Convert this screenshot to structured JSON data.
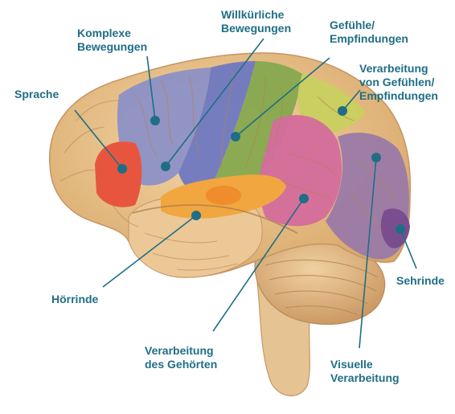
{
  "colors": {
    "label_text": "#1f6e86",
    "leader_line": "#1f6e86",
    "cortex_base": "#e9c590",
    "region_sprache": "#e8553f",
    "region_komplexe_bewegungen": "#8a8fc8",
    "region_willkuerliche_bewegungen": "#6f78c0",
    "region_gefuehle": "#86a84e",
    "region_verarbeitung_gefuehle": "#c9cf5e",
    "region_hoerrinde": "#f2a640",
    "region_verarbeitung_gehoerten": "#d46b9c",
    "region_visuelle_verarbeitung": "#9a7aa8",
    "region_sehrinde": "#7a4e8e"
  },
  "labels": {
    "sprache": "Sprache",
    "komplexe_bewegungen": "Komplexe\nBewegungen",
    "willkuerliche_bewegungen": "Willkürliche\nBewegungen",
    "gefuehle": "Gefühle/\nEmpfindungen",
    "verarbeitung_gefuehle": "Verarbeitung\nvon Gefühlen/\nEmpfindungen",
    "sehrinde": "Sehrinde",
    "hoerrinde": "Hörrinde",
    "verarbeitung_gehoerten": "Verarbeitung\ndes Gehörten",
    "visuelle_verarbeitung": "Visuelle\nVerarbeitung"
  }
}
